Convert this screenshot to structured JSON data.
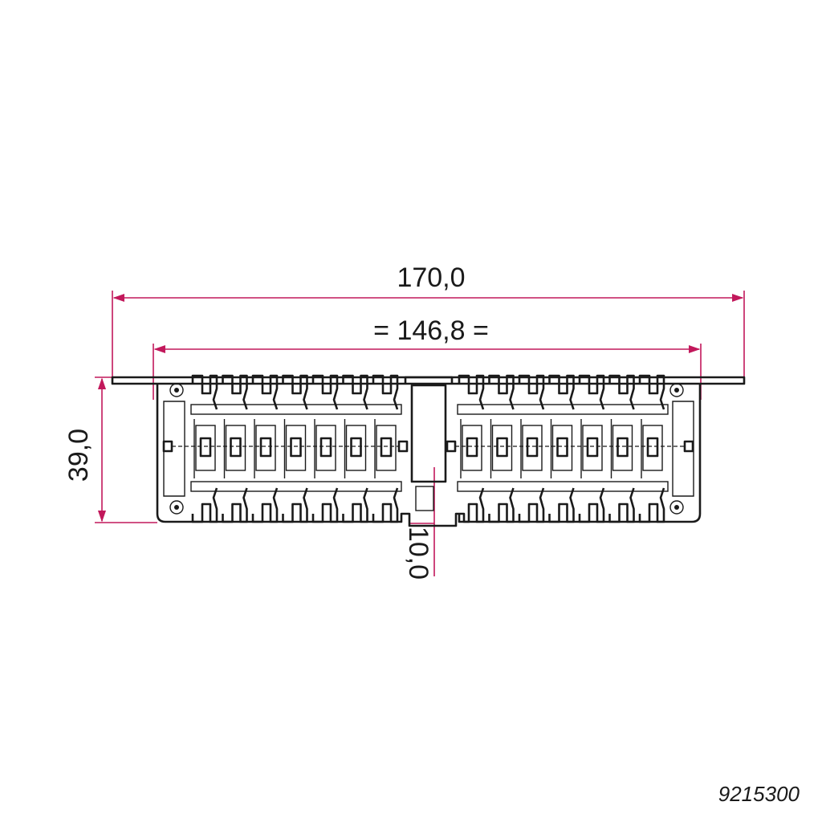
{
  "drawing": {
    "part_number": "9215300",
    "dimension_color": "#c2185b",
    "line_color": "#1a1a1a",
    "dimensions": {
      "overall_width": "170,0",
      "hole_spacing": "= 146,8 =",
      "height": "39,0",
      "offset": "10,0"
    },
    "contact_slots_per_side": 7
  }
}
